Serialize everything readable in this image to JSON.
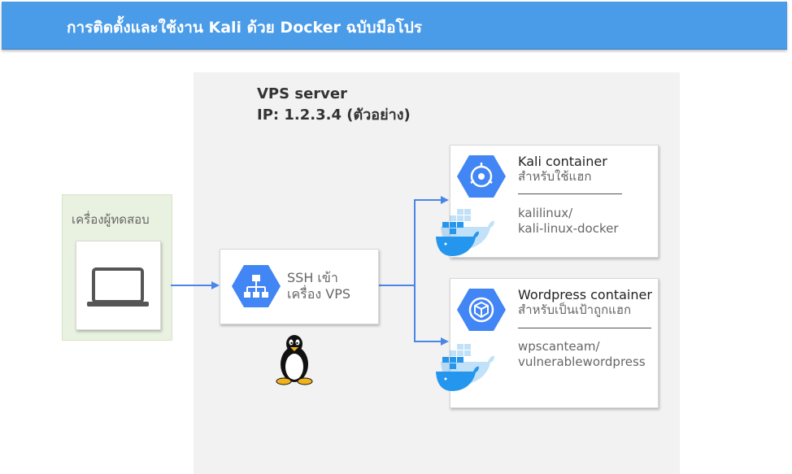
{
  "banner": {
    "title": "การติดตั้งและใช้งาน Kali ด้วย Docker ฉบับมือโปร"
  },
  "server": {
    "title": "VPS server",
    "ip": "IP: 1.2.3.4 (ตัวอย่าง)"
  },
  "tester": {
    "label": "เครื่องผู้ทดสอบ"
  },
  "ssh": {
    "line1": "SSH เข้า",
    "line2": "เครื่อง VPS"
  },
  "kali": {
    "title": "Kali container",
    "subtitle": "สำหรับใช้แฮก",
    "image_line1": "kalilinux/",
    "image_line2": "kali-linux-docker"
  },
  "wordpress": {
    "title": "Wordpress container",
    "subtitle": "สำหรับเป็นเป้าถูกแฮก",
    "image_line1": "wpscanteam/",
    "image_line2": "vulnerablewordpress"
  },
  "colors": {
    "banner": "#4a9be8",
    "arrow": "#4a86e8",
    "hexagon": "#4285f4",
    "docker": "#2496ed",
    "server_panel": "#f2f2f2",
    "tester_panel": "#e9f1e0"
  },
  "icons": [
    "laptop-icon",
    "network-icon",
    "target-icon",
    "cube-icon",
    "docker-whale-icon",
    "tux-penguin-icon"
  ]
}
